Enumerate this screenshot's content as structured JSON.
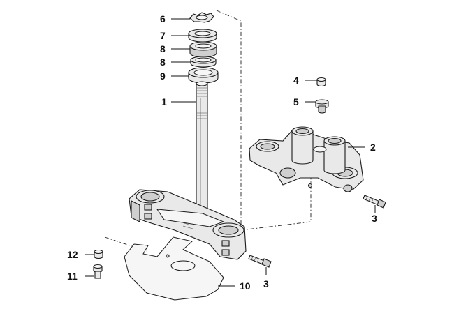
{
  "callouts": [
    {
      "id": "c6",
      "text": "6"
    },
    {
      "id": "c7",
      "text": "7"
    },
    {
      "id": "c8a",
      "text": "8"
    },
    {
      "id": "c8b",
      "text": "8"
    },
    {
      "id": "c9",
      "text": "9"
    },
    {
      "id": "c1",
      "text": "1"
    },
    {
      "id": "c4",
      "text": "4"
    },
    {
      "id": "c5",
      "text": "5"
    },
    {
      "id": "c2",
      "text": "2"
    },
    {
      "id": "c3a",
      "text": "3"
    },
    {
      "id": "c3b",
      "text": "3"
    },
    {
      "id": "c12",
      "text": "12"
    },
    {
      "id": "c11",
      "text": "11"
    },
    {
      "id": "c10",
      "text": "10"
    }
  ]
}
